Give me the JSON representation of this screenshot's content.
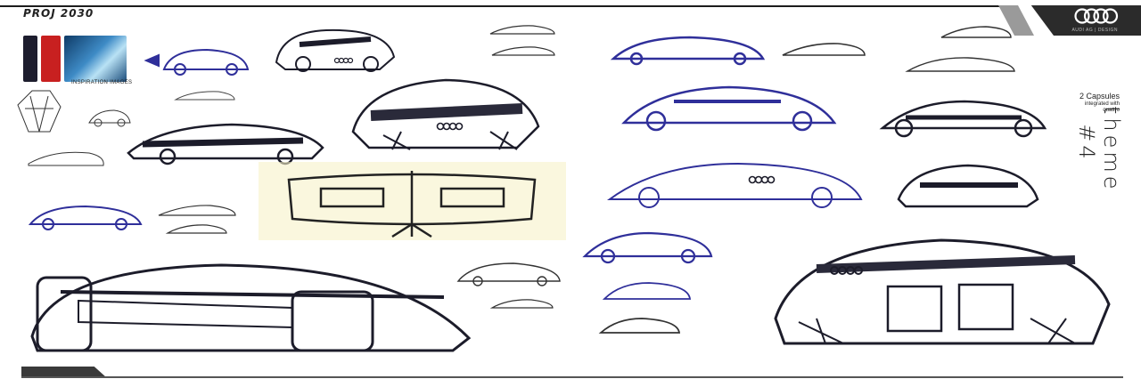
{
  "header": {
    "project_title": "PROJ 2030",
    "brand_logo": "audi-four-rings",
    "brand_subtitle": "AUDI AG | DESIGN"
  },
  "inspiration": {
    "label": "INSPIRATION IMAGES"
  },
  "annotations": {
    "concept_title": "2 Capsules",
    "concept_subtitle_line1": "integrated with",
    "concept_subtitle_line2": "quattro",
    "theme_label": "theme #4"
  },
  "colors": {
    "ink_dark": "#1c1c2a",
    "ink_blue": "#2f2f9a",
    "paper_yellow": "#f7f2c8"
  },
  "icons": [
    "audi-rings-icon"
  ]
}
